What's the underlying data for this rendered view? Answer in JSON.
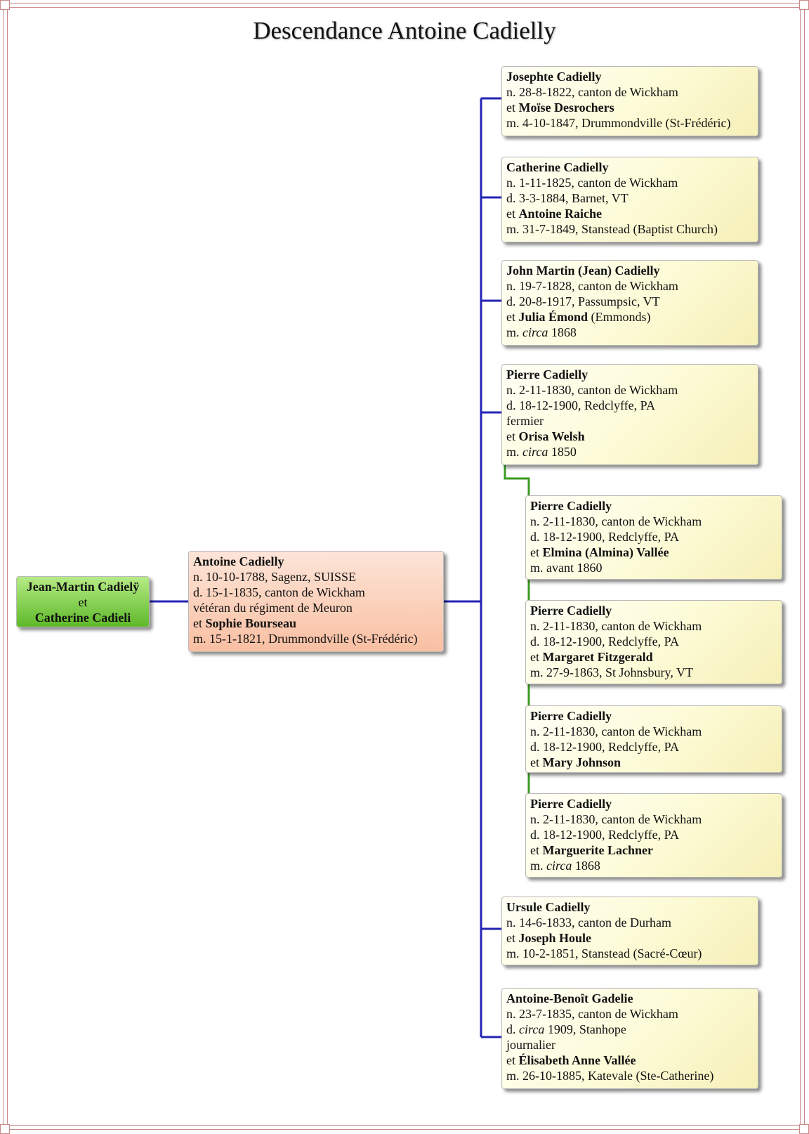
{
  "title": "Descendance Antoine Cadielly",
  "root": {
    "line1": "Jean-Martin Cadielÿ",
    "line2": "et",
    "line3": "Catherine Cadieli"
  },
  "parent": {
    "name": "Antoine Cadielly",
    "birth": "n. 10-10-1788, Sagenz, SUISSE",
    "death": "d. 15-1-1835, canton de Wickham",
    "note": "vétéran du régiment de Meuron",
    "spouse_prefix": "et ",
    "spouse": "Sophie Bourseau",
    "marriage": "m. 15-1-1821, Drummondville (St-Frédéric)"
  },
  "children": [
    {
      "name": "Josephte Cadielly",
      "birth": "n. 28-8-1822, canton de Wickham",
      "spouse_prefix": "et ",
      "spouse": "Moïse Desrochers",
      "marriage": "m. 4-10-1847, Drummondville (St-Frédéric)"
    },
    {
      "name": "Catherine Cadielly",
      "birth": "n. 1-11-1825, canton de Wickham",
      "death": "d. 3-3-1884, Barnet, VT",
      "spouse_prefix": "et ",
      "spouse": "Antoine Raiche",
      "marriage": "m. 31-7-1849, Stanstead (Baptist Church)"
    },
    {
      "name": "John Martin (Jean) Cadielly",
      "birth": "n. 19-7-1828, canton de Wickham",
      "death": "d. 20-8-1917, Passumpsic, VT",
      "spouse_prefix": "et ",
      "spouse": "Julia Émond",
      "spouse_suffix": " (Emmonds)",
      "marriage_prefix": "m. ",
      "marriage_italic": "circa",
      "marriage_rest": " 1868"
    },
    {
      "name": "Pierre Cadielly",
      "birth": "n. 2-11-1830, canton de Wickham",
      "death": "d. 18-12-1900, Redclyffe, PA",
      "note": "fermier",
      "spouse_prefix": "et ",
      "spouse": "Orisa Welsh",
      "marriage_prefix": "m. ",
      "marriage_italic": "circa",
      "marriage_rest": " 1850"
    },
    {
      "name": "Ursule Cadielly",
      "birth": "n. 14-6-1833, canton de Durham",
      "spouse_prefix": "et ",
      "spouse": "Joseph Houle",
      "marriage": "m. 10-2-1851, Stanstead (Sacré-Cœur)"
    },
    {
      "name": "Antoine-Benoît Gadelie",
      "birth": "n. 23-7-1835, canton de Wickham",
      "death_prefix": "d. ",
      "death_italic": "circa",
      "death_rest": " 1909, Stanhope",
      "note": "journalier",
      "spouse_prefix": "et ",
      "spouse": "Élisabeth Anne Vallée",
      "marriage": "m. 26-10-1885, Katevale (Ste-Catherine)"
    }
  ],
  "pierre_marriages": [
    {
      "name": "Pierre Cadielly",
      "birth": "n. 2-11-1830, canton de Wickham",
      "death": "d. 18-12-1900, Redclyffe, PA",
      "spouse_prefix": "et ",
      "spouse": "Elmina (Almina) Vallée",
      "marriage": "m. avant 1860"
    },
    {
      "name": "Pierre Cadielly",
      "birth": "n. 2-11-1830, canton de Wickham",
      "death": "d. 18-12-1900, Redclyffe, PA",
      "spouse_prefix": "et ",
      "spouse": "Margaret Fitzgerald",
      "marriage": "m. 27-9-1863, St Johnsbury, VT"
    },
    {
      "name": "Pierre Cadielly",
      "birth": "n. 2-11-1830, canton de Wickham",
      "death": "d. 18-12-1900, Redclyffe, PA",
      "spouse_prefix": "et ",
      "spouse": "Mary Johnson"
    },
    {
      "name": "Pierre Cadielly",
      "birth": "n. 2-11-1830, canton de Wickham",
      "death": "d. 18-12-1900, Redclyffe, PA",
      "spouse_prefix": "et ",
      "spouse": "Marguerite Lachner",
      "marriage_prefix": "m. ",
      "marriage_italic": "circa",
      "marriage_rest": " 1868"
    }
  ],
  "colors": {
    "descent_line": "#2323b4",
    "marriage_line": "#3b9a22",
    "frame": "#c98a8a"
  }
}
